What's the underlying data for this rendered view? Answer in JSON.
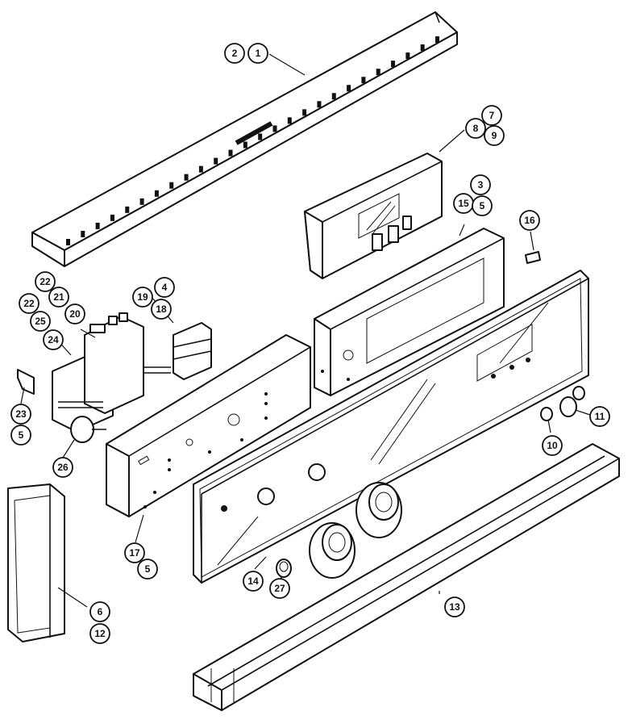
{
  "diagram": {
    "parts": [
      {
        "id": "front-rail",
        "labels": [
          "2",
          "1"
        ]
      },
      {
        "id": "switch-bracket",
        "labels": [
          "7",
          "8",
          "9"
        ]
      },
      {
        "id": "control-box",
        "labels": [
          "3",
          "15",
          "5"
        ]
      },
      {
        "id": "spacer",
        "labels": [
          "16"
        ]
      },
      {
        "id": "infinite-switch",
        "labels": [
          "22",
          "21",
          "20",
          "22",
          "25",
          "24"
        ]
      },
      {
        "id": "terminal-block",
        "labels": [
          "19",
          "4",
          "18"
        ]
      },
      {
        "id": "clip",
        "labels": [
          "23",
          "5"
        ]
      },
      {
        "id": "knob-small",
        "labels": [
          "26"
        ]
      },
      {
        "id": "mounting-panel",
        "labels": [
          "17",
          "5"
        ]
      },
      {
        "id": "control-panel",
        "labels": [
          "14"
        ]
      },
      {
        "id": "knob-insert",
        "labels": [
          "27"
        ]
      },
      {
        "id": "small-knobs",
        "labels": [
          "11",
          "10"
        ]
      },
      {
        "id": "bottom-rail",
        "labels": [
          "13"
        ]
      },
      {
        "id": "trim",
        "labels": [
          "6",
          "12"
        ]
      }
    ]
  }
}
